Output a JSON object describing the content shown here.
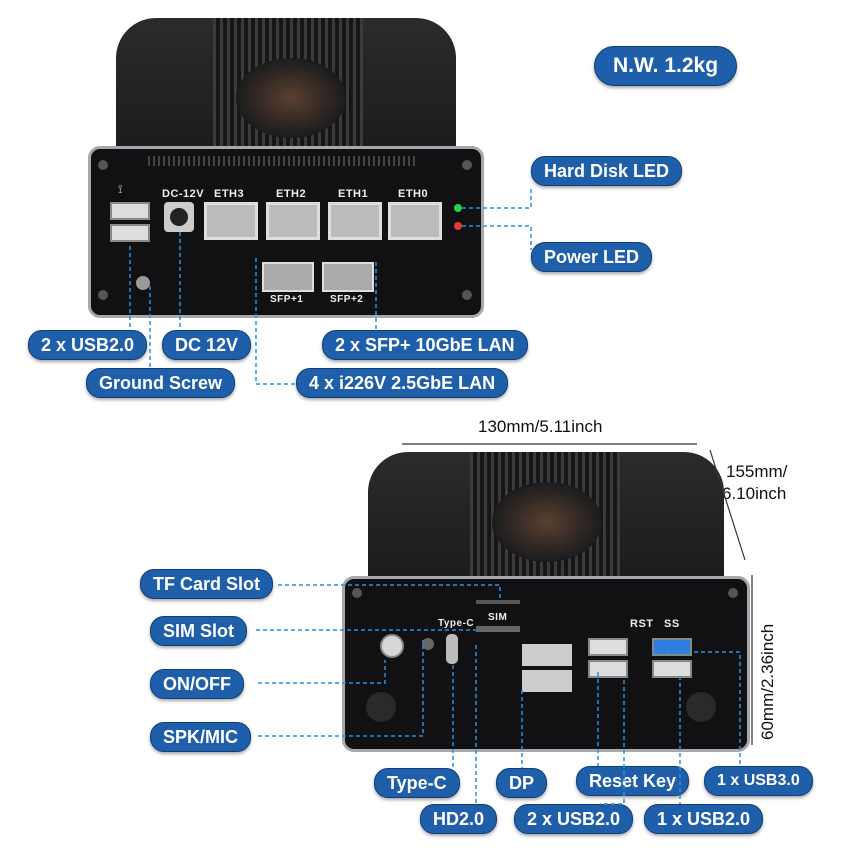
{
  "weight_label": "N.W. 1.2kg",
  "top_device": {
    "port_labels": [
      "ETH3",
      "ETH2",
      "ETH1",
      "ETH0"
    ],
    "dc_label": "DC-12V",
    "sfp_labels": [
      "SFP+1",
      "SFP+2"
    ]
  },
  "callouts_top": {
    "hard_disk_led": "Hard Disk LED",
    "power_led": "Power LED",
    "usb20": "2 x USB2.0",
    "dc12v": "DC 12V",
    "sfp": "2 x SFP+ 10GbE LAN",
    "ground": "Ground Screw",
    "lan": "4 x i226V 2.5GbE LAN"
  },
  "dimensions": {
    "width": "130mm/5.11inch",
    "depth_line1": "155mm/",
    "depth_line2": "6.10inch",
    "height": "60mm/2.36inch"
  },
  "bottom_device": {
    "type_c_label": "Type-C",
    "sim_label": "SIM",
    "rst_label": "RST",
    "ss_label": "SS"
  },
  "callouts_bottom": {
    "tf_card": "TF Card Slot",
    "sim_slot": "SIM Slot",
    "on_off": "ON/OFF",
    "spk_mic": "SPK/MIC",
    "type_c": "Type-C",
    "dp": "DP",
    "reset": "Reset Key",
    "usb30": "1 x USB3.0",
    "hd20": "HD2.0",
    "usb20_two": "2 x USB2.0",
    "usb20_one": "1 x USB2.0"
  },
  "colors": {
    "pill": "#1f5ea8",
    "dash": "#2a8fe0",
    "body": "#1a1a1c",
    "face": "#0d0d0f"
  }
}
